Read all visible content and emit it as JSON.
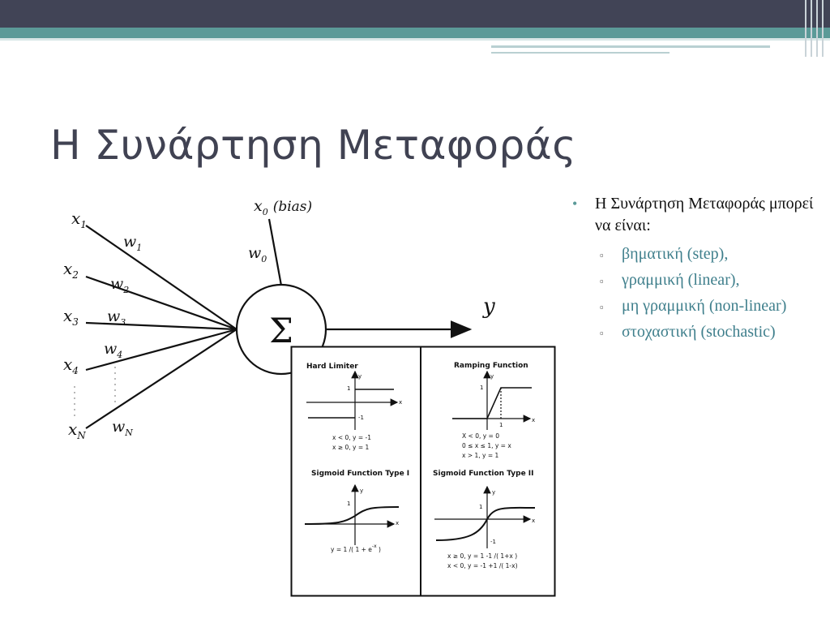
{
  "title": "Η Συνάρτηση Μεταφοράς",
  "bullet_main": "Η Συνάρτηση Μεταφοράς μπορεί να είναι:",
  "sub_items": [
    "βηματική (step),",
    "γραμμική (linear),",
    "μη γραμμική (non-linear)",
    "στοχαστική (stochastic)"
  ],
  "colors": {
    "header_dark": "#414456",
    "header_teal": "#5b9a98",
    "title_text": "#404252",
    "sub_text": "#3f7f8c"
  },
  "neuron": {
    "inputs": [
      {
        "x": "x",
        "xs": "1",
        "w": "w",
        "ws": "1"
      },
      {
        "x": "x",
        "xs": "2",
        "w": "w",
        "ws": "2"
      },
      {
        "x": "x",
        "xs": "3",
        "w": "w",
        "ws": "3"
      },
      {
        "x": "x",
        "xs": "4",
        "w": "w",
        "ws": "4"
      },
      {
        "x": "x",
        "xs": "N",
        "w": "w",
        "ws": "N"
      }
    ],
    "bias_x": "x",
    "bias_sub": "0",
    "bias_label": "(bias)",
    "bias_w": "w",
    "bias_w_sub": "0",
    "sum_symbol": "Σ",
    "output": "y"
  },
  "functions": {
    "hard_limiter": {
      "title": "Hard Limiter",
      "y_axis": "y",
      "x_axis": "x",
      "tick_top": "1",
      "tick_bottom": "-1",
      "eq1": "x < 0, y = -1",
      "eq2": "x ≥ 0, y = 1"
    },
    "ramping": {
      "title": "Ramping Function",
      "y_axis": "y",
      "x_axis": "x",
      "tick_top": "1",
      "tick_x": "1",
      "eq1": "X < 0, y = 0",
      "eq2": "0 ≤ x ≤ 1, y = x",
      "eq3": "x > 1, y = 1"
    },
    "sigmoid1": {
      "title": "Sigmoid Function Type I",
      "y_axis": "y",
      "x_axis": "x",
      "tick_top": "1",
      "eq1": "y = 1 /( 1 + e",
      "eq1_sup": "-x",
      "eq1_end": " )"
    },
    "sigmoid2": {
      "title": "Sigmoid Function Type II",
      "y_axis": "y",
      "x_axis": "x",
      "tick_top": "1",
      "tick_bottom": "-1",
      "eq1": "x ≥ 0, y = 1 -1 /( 1+x )",
      "eq2": "x < 0, y = -1 +1 /( 1-x)"
    }
  }
}
